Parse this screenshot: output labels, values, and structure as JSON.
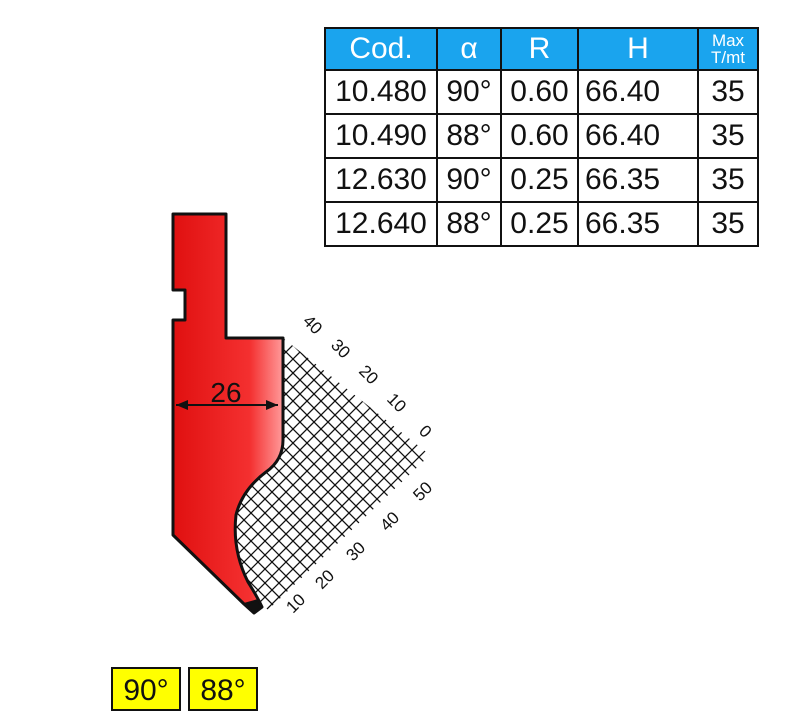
{
  "table": {
    "headers": [
      "Cod.",
      "α",
      "R",
      "H",
      "Max\nT/mt"
    ],
    "header_max_line1": "Max",
    "header_max_line2": "T/mt",
    "rows": [
      [
        "10.480",
        "90°",
        "0.60",
        "66.40",
        "35"
      ],
      [
        "10.490",
        "88°",
        "0.60",
        "66.40",
        "35"
      ],
      [
        "12.630",
        "90°",
        "0.25",
        "66.35",
        "35"
      ],
      [
        "12.640",
        "88°",
        "0.25",
        "66.35",
        "35"
      ]
    ]
  },
  "diagram": {
    "dimension_label": "26",
    "scale_upper": [
      "40",
      "30",
      "20",
      "10",
      "0"
    ],
    "scale_lower": [
      "50",
      "40",
      "30",
      "20",
      "10"
    ],
    "colors": {
      "punch": "#ee1111",
      "header": "#1aa4ee",
      "badge": "#ffff00"
    }
  },
  "angles": [
    "90°",
    "88°"
  ]
}
